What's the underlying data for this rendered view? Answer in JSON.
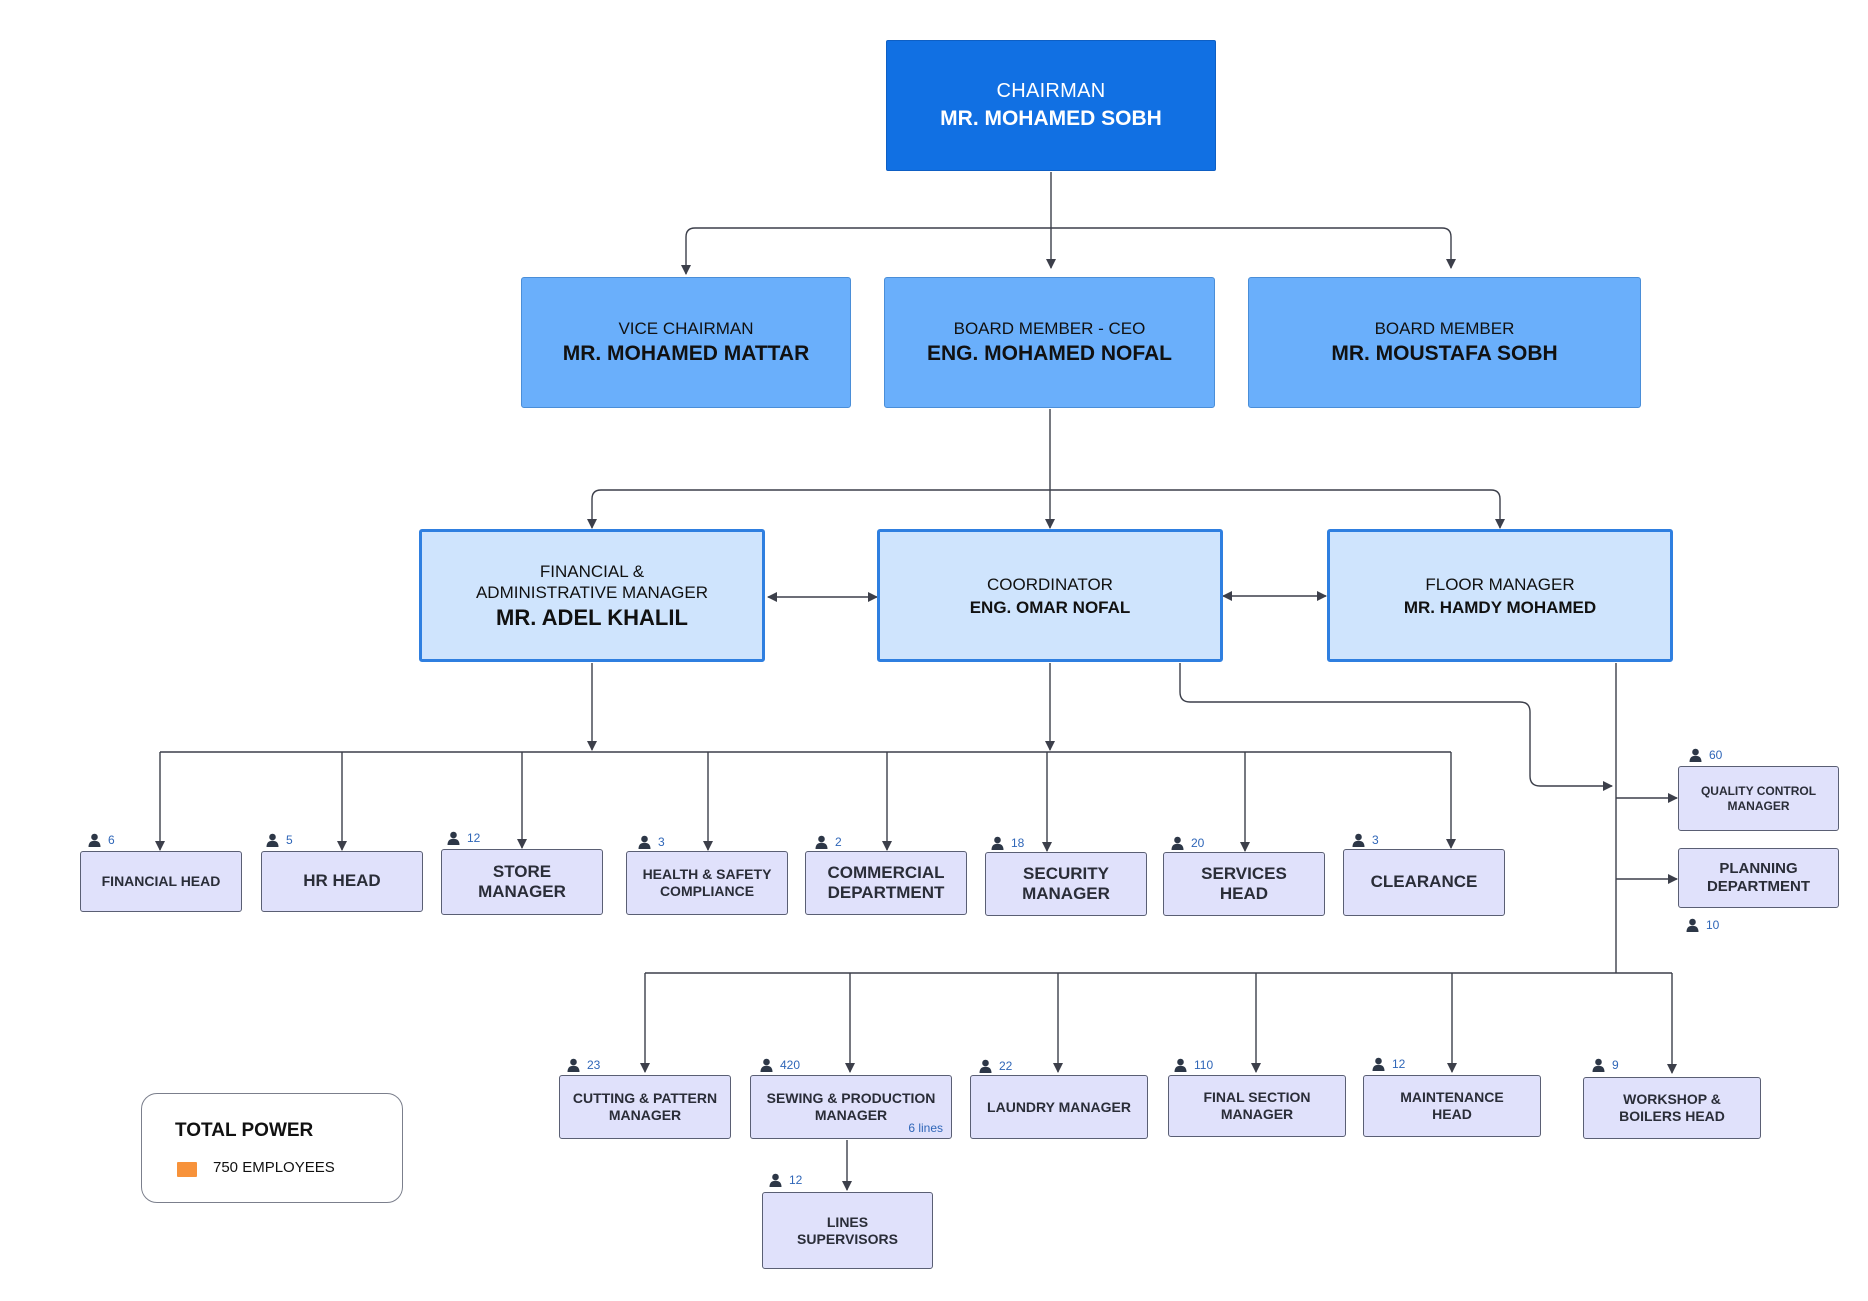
{
  "colors": {
    "top": "#1170e3",
    "level2": "#6aaffb",
    "level3_fill": "#cfe4fd",
    "level3_border": "#2f7fe0",
    "department": "#e0e1fb",
    "count_text": "#2f66b8",
    "legend_swatch": "#f7923a",
    "connector": "#3c3f4a"
  },
  "icons": {
    "headcount": "person-icon"
  },
  "chairman": {
    "role": "CHAIRMAN",
    "name": "MR. MOHAMED SOBH"
  },
  "board": [
    {
      "role": "VICE CHAIRMAN",
      "name": "MR. MOHAMED MATTAR"
    },
    {
      "role": "BOARD MEMBER - CEO",
      "name": "ENG. MOHAMED NOFAL"
    },
    {
      "role": "BOARD MEMBER",
      "name": "MR. MOUSTAFA SOBH"
    }
  ],
  "managers": [
    {
      "role_line1": "FINANCIAL &",
      "role_line2": "ADMINISTRATIVE MANAGER",
      "name": "MR. ADEL KHALIL"
    },
    {
      "role": "COORDINATOR",
      "name": "ENG. OMAR NOFAL"
    },
    {
      "role": "FLOOR MANAGER",
      "name": "MR. HAMDY MOHAMED"
    }
  ],
  "departments": [
    {
      "label": "FINANCIAL HEAD",
      "count": "6"
    },
    {
      "label": "HR HEAD",
      "count": "5"
    },
    {
      "label": "STORE MANAGER",
      "count": "12"
    },
    {
      "label": "HEALTH & SAFETY COMPLIANCE",
      "count": "3"
    },
    {
      "label": "COMMERCIAL DEPARTMENT",
      "count": "2"
    },
    {
      "label": "SECURITY MANAGER",
      "count": "18"
    },
    {
      "label": "SERVICES HEAD",
      "count": "20"
    },
    {
      "label": "CLEARANCE",
      "count": "3"
    }
  ],
  "side_units": [
    {
      "label": "QUALITY CONTROL MANAGER",
      "count": "60"
    },
    {
      "label": "PLANNING DEPARTMENT",
      "count": "10"
    }
  ],
  "production": [
    {
      "label": "CUTTING & PATTERN MANAGER",
      "count": "23"
    },
    {
      "label": "SEWING & PRODUCTION MANAGER",
      "count": "420",
      "note": "6 lines"
    },
    {
      "label": "LAUNDRY MANAGER",
      "count": "22"
    },
    {
      "label": "FINAL SECTION MANAGER",
      "count": "110"
    },
    {
      "label": "MAINTENANCE HEAD",
      "count": "12"
    },
    {
      "label": "WORKSHOP & BOILERS HEAD",
      "count": "9"
    }
  ],
  "lines_supervisors": {
    "label": "LINES SUPERVISORS",
    "count": "12"
  },
  "legend": {
    "title": "TOTAL POWER",
    "label": "750 EMPLOYEES"
  }
}
